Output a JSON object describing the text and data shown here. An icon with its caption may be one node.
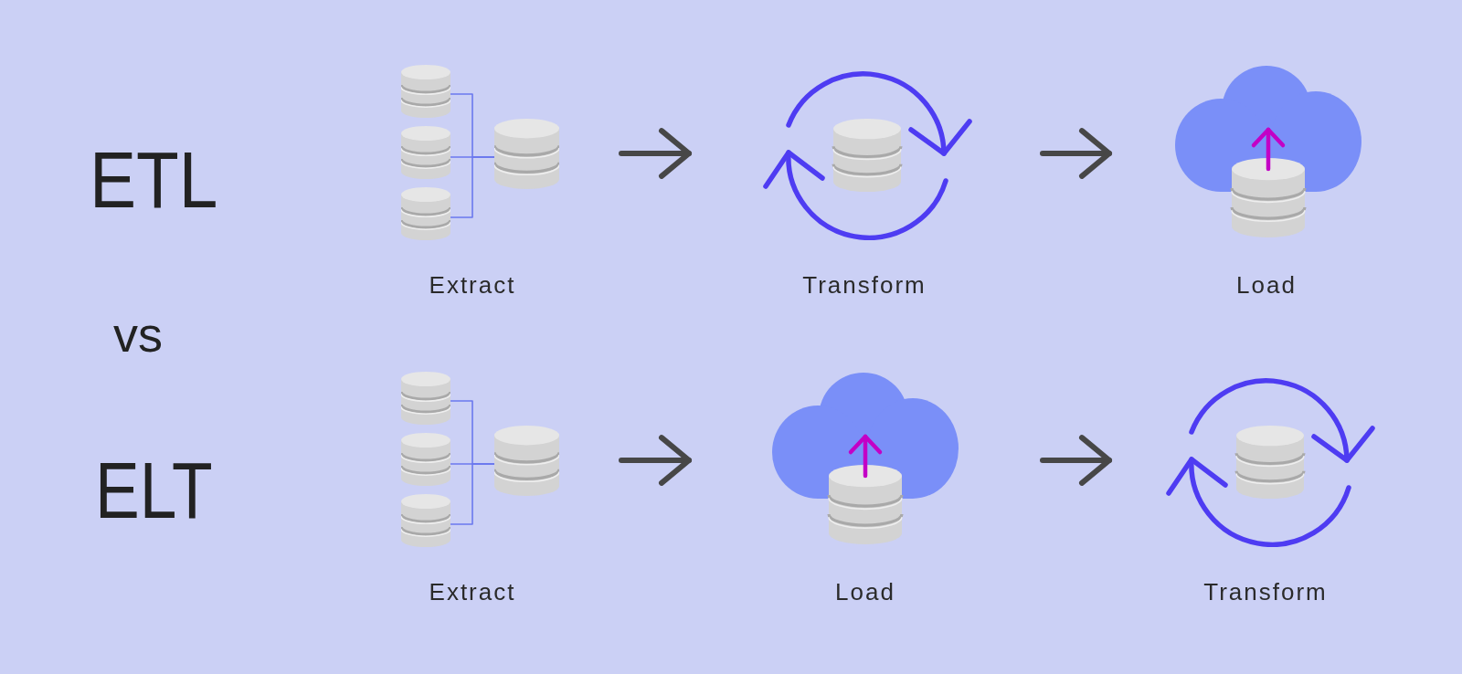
{
  "diagram": {
    "nodes": [
      {
        "text": [
          "Extract"
        ]
      },
      {
        "text": [],
        "shape": "cylinder",
        "in": 0
      },
      {
        "text": [],
        "shape": "cylinder",
        "in": 0
      },
      {
        "text": [],
        "shape": "cylinder",
        "in": 0
      },
      {
        "text": [],
        "shape": "cylinder",
        "in": 0
      },
      {
        "text": [
          "Transform"
        ]
      },
      {
        "text": [
          "Load"
        ]
      },
      {
        "text": [
          "Extract"
        ]
      },
      {
        "text": [],
        "shape": "cylinder",
        "in": 7
      },
      {
        "text": [],
        "shape": "cylinder",
        "in": 7
      },
      {
        "text": [],
        "shape": "cylinder",
        "in": 7
      },
      {
        "text": [],
        "shape": "cylinder",
        "in": 7
      },
      {
        "text": [
          "Load"
        ]
      },
      {
        "text": [
          "Transform"
        ]
      }
    ],
    "edges": [
      {
        "from": 1,
        "to": 4,
        "arrow": "none"
      },
      {
        "from": 2,
        "to": 4,
        "arrow": "none"
      },
      {
        "from": 3,
        "to": 4,
        "arrow": "none"
      },
      {
        "from": 0,
        "to": 5,
        "arrow": "to",
        "style": "thick",
        "color": "#474747"
      },
      {
        "from": 5,
        "to": 6,
        "arrow": "to",
        "style": "thick",
        "color": "#474747"
      },
      {
        "from": 8,
        "to": 11,
        "arrow": "none"
      },
      {
        "from": 9,
        "to": 11,
        "arrow": "none"
      },
      {
        "from": 10,
        "to": 11,
        "arrow": "none"
      },
      {
        "from": 7,
        "to": 12,
        "arrow": "to",
        "style": "thick",
        "color": "#474747"
      },
      {
        "from": 12,
        "to": 13,
        "arrow": "to",
        "style": "thick",
        "color": "#474747"
      }
    ],
    "labels": [
      "ETL",
      "vs",
      "ELT"
    ]
  }
}
